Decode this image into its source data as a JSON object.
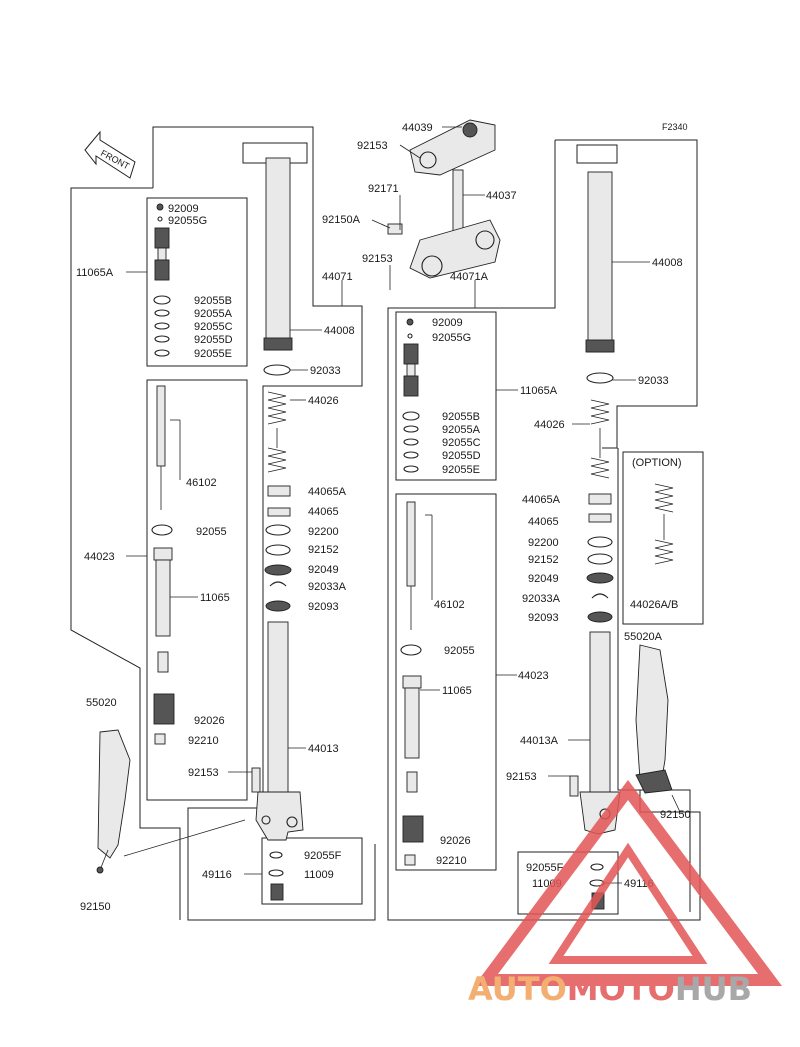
{
  "figure_code": "F2340",
  "front_arrow": "FRONT",
  "option_label": "(OPTION)",
  "watermark": {
    "part1": "AUTO",
    "part2": "MOTO",
    "part3": "HUB",
    "color_auto": "#f2a15a",
    "color_moto": "#e25555",
    "color_hub": "#9a9a9a"
  },
  "labels": {
    "l44039": "44039",
    "l92153a": "92153",
    "l92171": "92171",
    "l44037": "44037",
    "l92150a": "92150A",
    "l92153b": "92153",
    "l44071": "44071",
    "l44071a": "44071A",
    "l92009": "92009",
    "l92055g": "92055G",
    "l11065a": "11065A",
    "l92055b": "92055B",
    "l92055a": "92055A",
    "l92055c": "92055C",
    "l92055d": "92055D",
    "l92055e": "92055E",
    "l44008": "44008",
    "l92033": "92033",
    "l44026": "44026",
    "l46102": "46102",
    "l44065a": "44065A",
    "l44065": "44065",
    "l92055": "92055",
    "l92200": "92200",
    "l92152": "92152",
    "l44023": "44023",
    "l92049": "92049",
    "l92033a": "92033A",
    "l11065": "11065",
    "l92093": "92093",
    "l55020": "55020",
    "l92026": "92026",
    "l92210": "92210",
    "l44013": "44013",
    "l92153c": "92153",
    "l92055f": "92055F",
    "l49116": "49116",
    "l11009": "11009",
    "l92150": "92150",
    "r92009": "92009",
    "r92055g": "92055G",
    "r11065a": "11065A",
    "r92055b": "92055B",
    "r92055a": "92055A",
    "r92055c": "92055C",
    "r92055d": "92055D",
    "r92055e": "92055E",
    "r44008": "44008",
    "r92033": "92033",
    "r44026": "44026",
    "r44065a": "44065A",
    "r44065": "44065",
    "r92200": "92200",
    "r92152": "92152",
    "r92049": "92049",
    "r92033a": "92033A",
    "r92093": "92093",
    "r46102": "46102",
    "r92055": "92055",
    "r44023": "44023",
    "r11065": "11065",
    "r44013a": "44013A",
    "r92153": "92153",
    "r92026": "92026",
    "r92210": "92210",
    "r92055f": "92055F",
    "r11009": "11009",
    "r49116": "49116",
    "r55020a": "55020A",
    "r92150": "92150",
    "r44026ab": "44026A/B"
  }
}
